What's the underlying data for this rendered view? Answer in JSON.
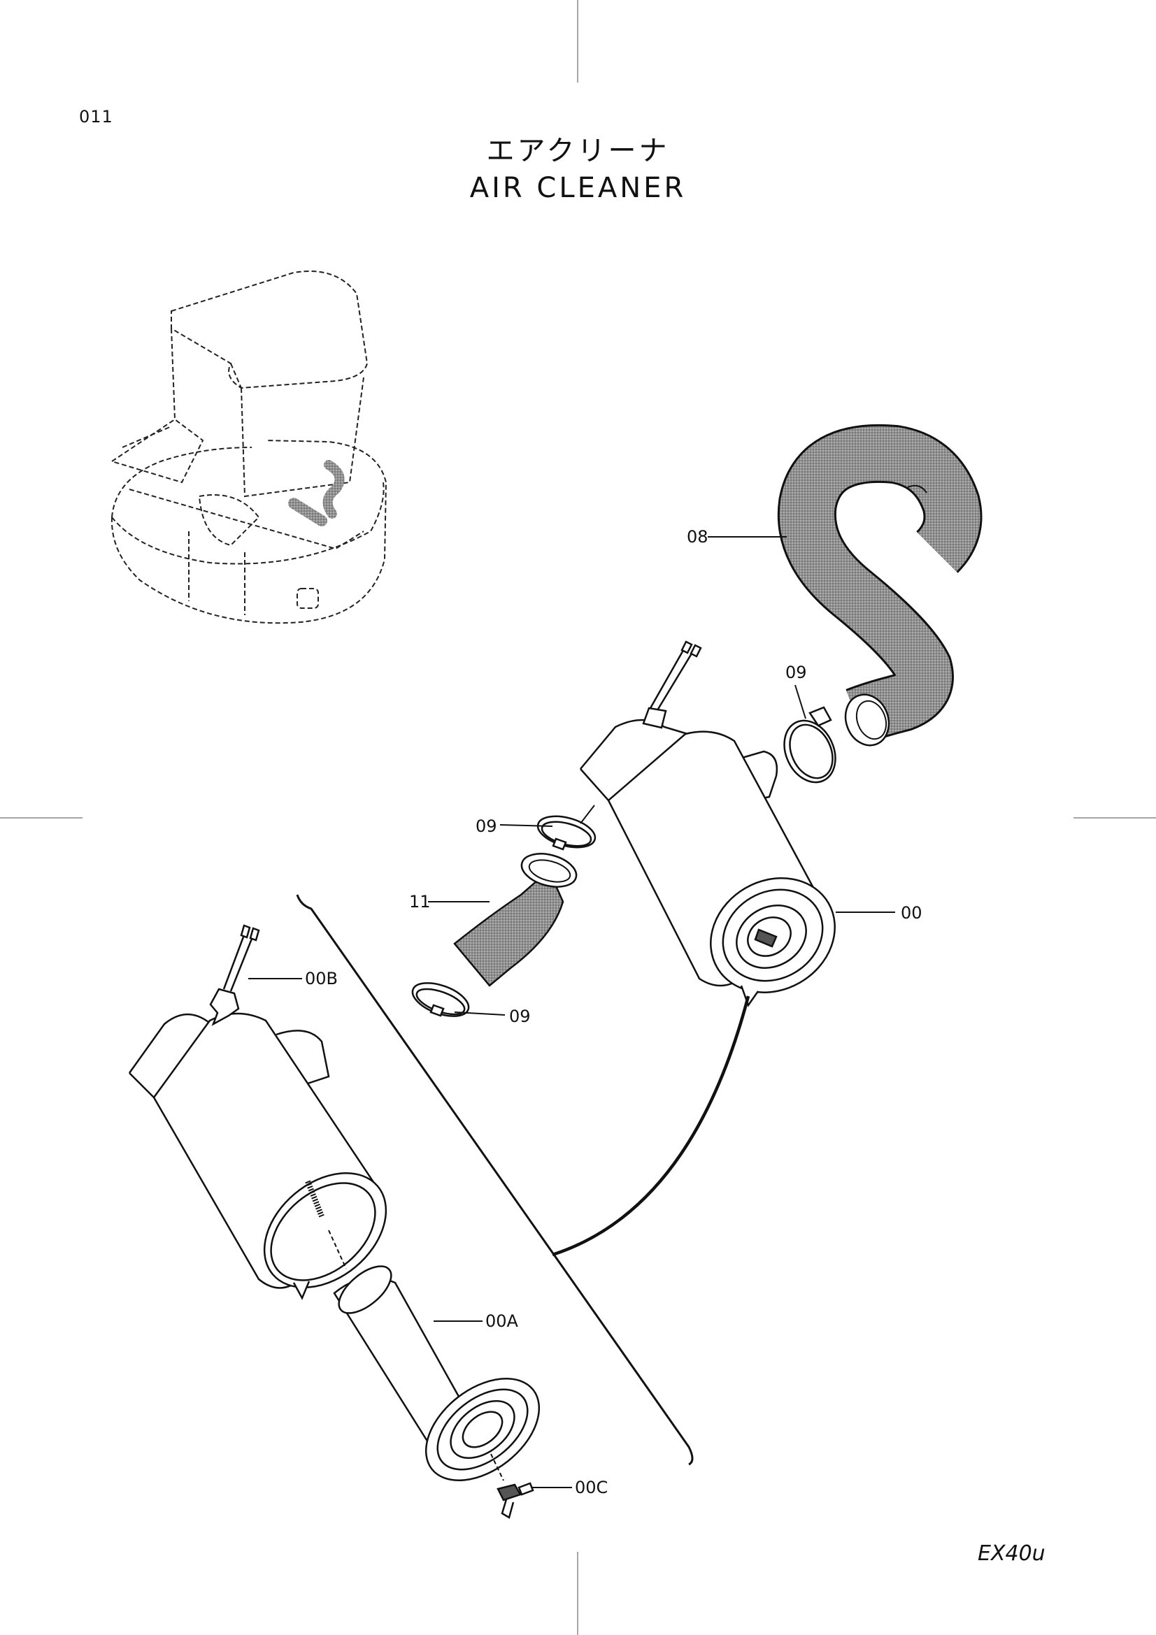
{
  "page_number": "011",
  "title": {
    "japanese": "エアクリーナ",
    "english": "AIR  CLEANER"
  },
  "model_code": "EX40u",
  "callouts": {
    "c08": "08",
    "c09_top": "09",
    "c09_mid": "09",
    "c11": "11",
    "c00": "00",
    "c09_bottom": "09",
    "c00B": "00B",
    "c00A": "00A",
    "c00C": "00C"
  },
  "colors": {
    "line": "#111111",
    "hose_fill": "#9a9a9a"
  }
}
